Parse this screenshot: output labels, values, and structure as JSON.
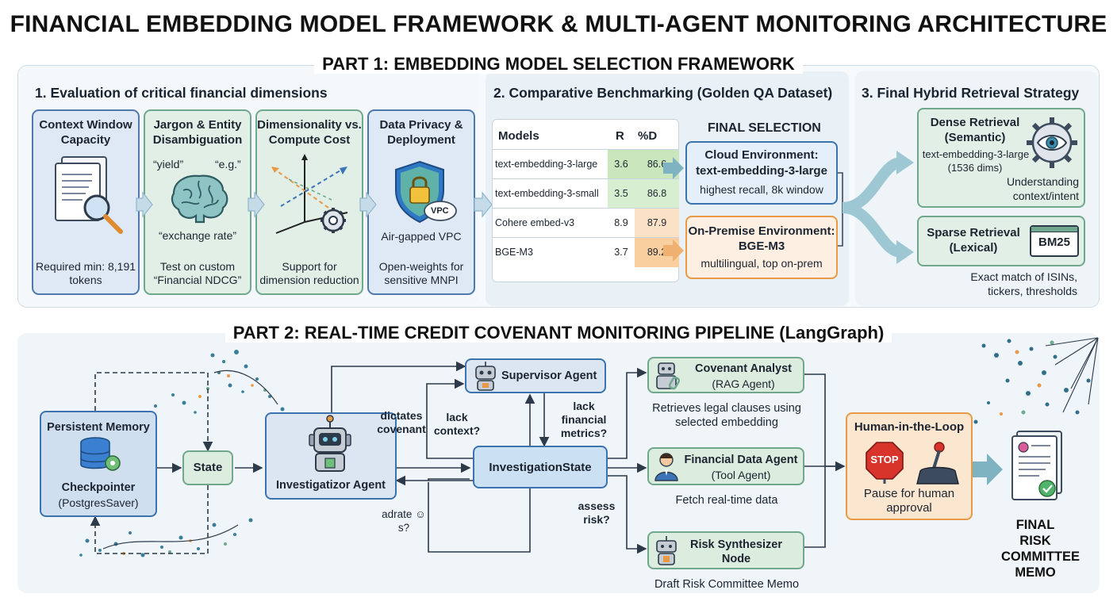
{
  "title": "FINANCIAL EMBEDDING MODEL FRAMEWORK & MULTI-AGENT MONITORING ARCHITECTURE",
  "part1": {
    "title": "PART 1: EMBEDDING MODEL SELECTION FRAMEWORK",
    "section1": {
      "heading": "1. Evaluation of critical financial dimensions",
      "cards": [
        {
          "title": "Context Window Capacity",
          "footer": "Required min: 8,191 tokens"
        },
        {
          "title": "Jargon & Entity Disambiguation",
          "quote1": "“yield”",
          "quote2": "“e.g.”",
          "quote3": "“exchange rate”",
          "footer": "Test on custom “Financial NDCG”"
        },
        {
          "title": "Dimensionality vs. Compute Cost",
          "footer": "Support for dimension reduction"
        },
        {
          "title": "Data Privacy & Deployment",
          "badge": "VPC",
          "caption": "Air-gapped VPC",
          "footer": "Open-weights for sensitive MNPI"
        }
      ]
    },
    "section2": {
      "heading": "2. Comparative Benchmarking (Golden QA Dataset)",
      "table": {
        "headers": [
          "Models",
          "R",
          "%D"
        ],
        "rows": [
          [
            "text-embedding-3-large",
            "3.6",
            "86.6"
          ],
          [
            "text-embedding-3-small",
            "3.5",
            "86.8"
          ],
          [
            "Cohere embed-v3",
            "8.9",
            "87.9"
          ],
          [
            "BGE-M3",
            "3.7",
            "89.2"
          ]
        ]
      },
      "final_selection": "FINAL SELECTION",
      "cloud": {
        "title": "Cloud Environment:",
        "model": "text-embedding-3-large",
        "desc": "highest recall, 8k window"
      },
      "onprem": {
        "title": "On-Premise Environment:",
        "model": "BGE-M3",
        "desc": "multilingual, top on-prem"
      }
    },
    "section3": {
      "heading": "3. Final Hybrid Retrieval Strategy",
      "dense": {
        "title": "Dense Retrieval",
        "sub": "(Semantic)",
        "model": "text-embedding-3-large",
        "dims": "(1536 dims)",
        "desc": "Understanding context/intent"
      },
      "sparse": {
        "title": "Sparse Retrieval",
        "sub": "(Lexical)",
        "badge": "BM25",
        "desc": "Exact match of ISINs, tickers, thresholds"
      }
    }
  },
  "part2": {
    "title": "PART 2: REAL-TIME CREDIT COVENANT MONITORING PIPELINE (LangGraph)",
    "memory": {
      "title": "Persistent Memory",
      "line1": "Checkpointer",
      "line2": "(PostgresSaver)"
    },
    "state": "State",
    "investigator": "Investigatizor Agent",
    "supervisor": "Supervisor Agent",
    "investigation_state": "InvestigationState",
    "labels": {
      "dictates": "dictates covenant",
      "lack_context": "lack context?",
      "lack_metrics": "lack financial metrics?",
      "assess_risk": "assess risk?",
      "adrate": "adrate ☺s?"
    },
    "covenant": {
      "title": "Covenant Analyst",
      "sub": "(RAG Agent)",
      "desc": "Retrieves legal clauses using selected embedding"
    },
    "financial": {
      "title": "Financial Data Agent",
      "sub": "(Tool Agent)",
      "desc": "Fetch  real-time data"
    },
    "risk": {
      "title": "Risk Synthesizer Node",
      "desc": "Draft Risk Committee Memo"
    },
    "hitl": {
      "title": "Human-in-the-Loop",
      "stop": "STOP",
      "desc": "Pause for human approval"
    },
    "final_memo": "FINAL RISK COMMITTEE MEMO"
  },
  "colors": {
    "blue_card": "#4f79ad",
    "green_card": "#6fa88c",
    "orange": "#e99a47",
    "teal_arrow": "#7fb3c2"
  }
}
